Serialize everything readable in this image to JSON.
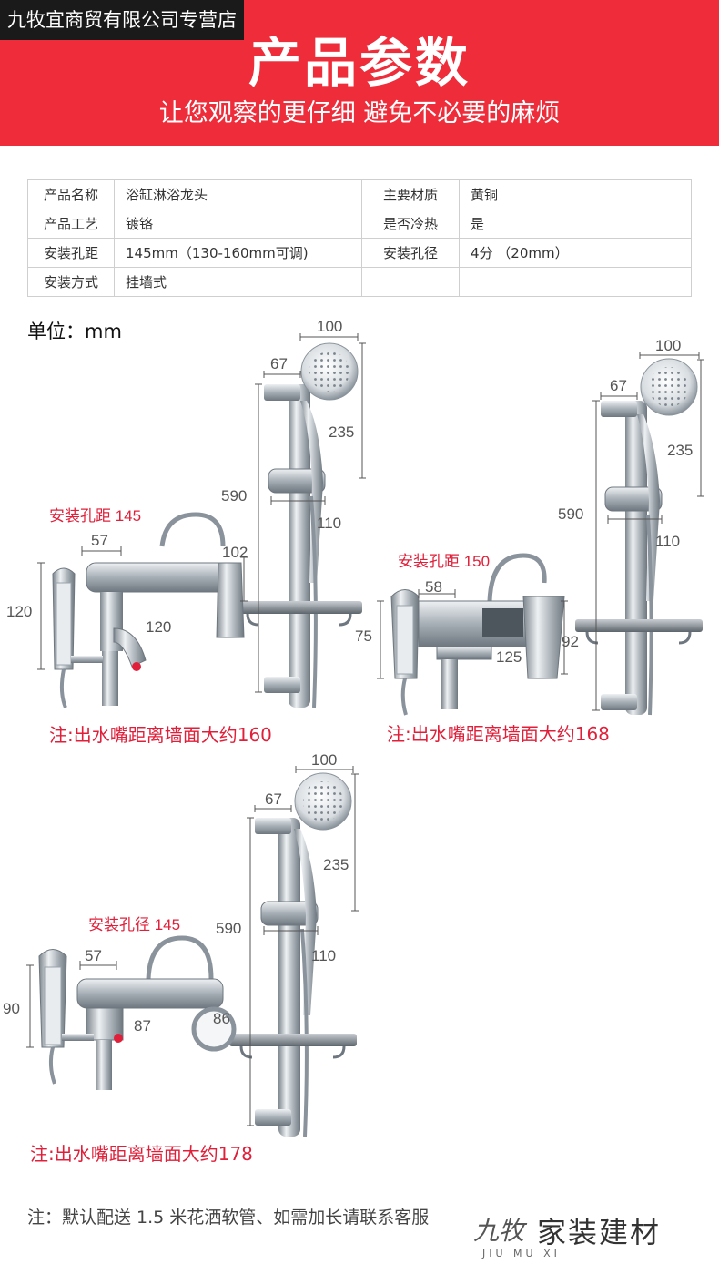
{
  "shop_tag": "九牧宜商贸有限公司专营店",
  "banner": {
    "title": "产品参数",
    "subtitle": "让您观察的更仔细 避免不必要的麻烦"
  },
  "specs": {
    "row1": {
      "k1": "产品名称",
      "v1": "浴缸淋浴龙头",
      "k2": "主要材质",
      "v2": "黄铜"
    },
    "row2": {
      "k1": "产品工艺",
      "v1": "镀铬",
      "k2": "是否冷热",
      "v2": "是"
    },
    "row3": {
      "k1": "安装孔距",
      "v1": "145mm（130-160mm可调)",
      "k2": "安装孔径",
      "v2": "4分 （20mm）"
    },
    "row4": {
      "k1": "安装方式",
      "v1": "挂墙式",
      "k2": "",
      "v2": ""
    }
  },
  "unit_label": "单位：mm",
  "diagram1": {
    "install_label": "安装孔距 145",
    "dims": {
      "head_w": "100",
      "bar_w": "67",
      "head_h": "235",
      "rail_h": "590",
      "holder": "110",
      "hole": "57",
      "body_h": "102",
      "height": "120",
      "spout": "120"
    },
    "note": "注:出水嘴距离墙面大约160"
  },
  "diagram2": {
    "install_label": "安装孔距 150",
    "dims": {
      "head_w": "100",
      "bar_w": "67",
      "head_h": "235",
      "rail_h": "590",
      "holder": "110",
      "hole": "58",
      "height": "75",
      "spout": "125",
      "body_h": "92"
    },
    "note": "注:出水嘴距离墙面大约168"
  },
  "diagram3": {
    "install_label": "安装孔径 145",
    "dims": {
      "head_w": "100",
      "bar_w": "67",
      "head_h": "235",
      "rail_h": "590",
      "holder": "110",
      "hole": "57",
      "height": "90",
      "spout": "87",
      "body_h": "86"
    },
    "note": "注:出水嘴距离墙面大约178"
  },
  "footer_note": "注：默认配送 1.5 米花洒软管、如需加长请联系客服",
  "logo": {
    "main": "家装建材",
    "script": "九牧",
    "sub": "JIU MU XI"
  },
  "colors": {
    "banner": "#ee2c3a",
    "note": "#e0203a",
    "dim": "#555555",
    "chrome": "#9aa3ab"
  }
}
